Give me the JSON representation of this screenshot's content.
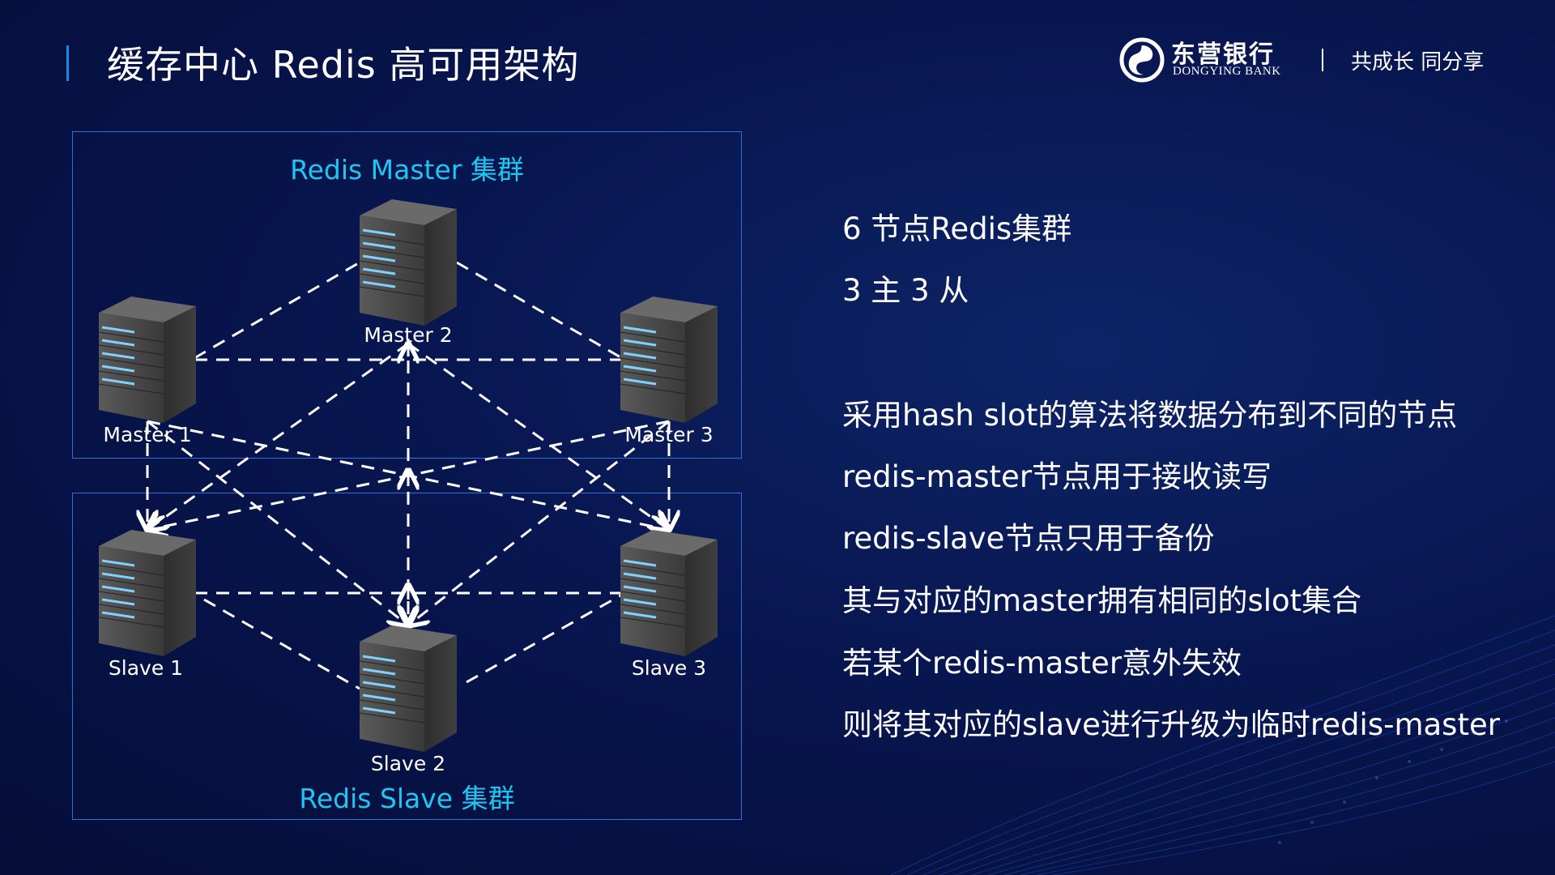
{
  "header": {
    "title": "缓存中心 Redis 高可用架构",
    "bank_name_cn": "东营银行",
    "bank_name_en": "DONGYING BANK",
    "slogan": "共成长 同分享"
  },
  "diagram": {
    "master_cluster_label": "Redis Master 集群",
    "slave_cluster_label": "Redis Slave 集群",
    "nodes": [
      {
        "id": "m1",
        "label": "Master 1"
      },
      {
        "id": "m2",
        "label": "Master 2"
      },
      {
        "id": "m3",
        "label": "Master 3"
      },
      {
        "id": "s1",
        "label": "Slave 1"
      },
      {
        "id": "s2",
        "label": "Slave 2"
      },
      {
        "id": "s3",
        "label": "Slave 3"
      }
    ]
  },
  "summary": {
    "line1": "6 节点Redis集群",
    "line2": "3 主 3 从"
  },
  "details": [
    "采用hash slot的算法将数据分布到不同的节点",
    "redis-master节点用于接收读写",
    "redis-slave节点只用于备份",
    "其与对应的master拥有相同的slot集合",
    "若某个redis-master意外失效",
    "则将其对应的slave进行升级为临时redis-master"
  ],
  "colors": {
    "background": "#081650",
    "accent_bar": "#1f86e8",
    "cluster_border": "#2f6fd6",
    "cluster_label": "#1cc7f2",
    "server_body": "#4a4a4a",
    "server_stripe": "#7fd2ff"
  },
  "icons": {
    "logo": "dongying-bank-logo-icon",
    "server": "server-tower-icon"
  }
}
